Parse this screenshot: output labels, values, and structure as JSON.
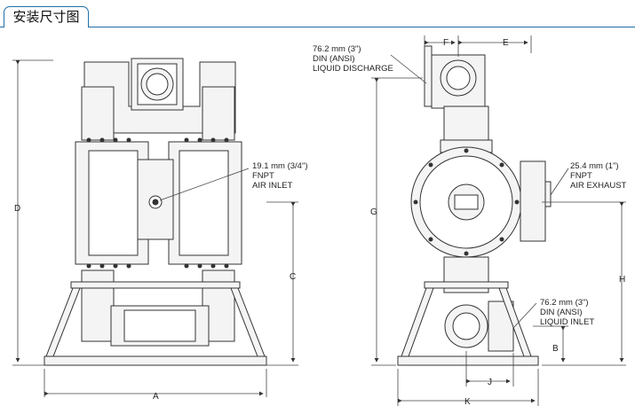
{
  "header": {
    "title": "安装尺寸图"
  },
  "colors": {
    "accent": "#1f6fa8",
    "line": "#333333",
    "fill": "#f4f4f4"
  },
  "dimension_letters": {
    "a": "A",
    "b": "B",
    "c": "C",
    "d": "D",
    "e": "E",
    "f": "F",
    "g": "G",
    "h": "H",
    "j": "J",
    "k": "K"
  },
  "callouts": {
    "air_inlet": [
      "19.1 mm (3/4\")",
      "FNPT",
      "AIR INLET"
    ],
    "liquid_discharge": [
      "76.2 mm (3\")",
      "DIN (ANSI)",
      "LIQUID DISCHARGE"
    ],
    "air_exhaust": [
      "25.4 mm (1\")",
      "FNPT",
      "AIR EXHAUST"
    ],
    "liquid_inlet": [
      "76.2 mm (3\")",
      "DIN (ANSI)",
      "LIQUID INLET"
    ]
  }
}
